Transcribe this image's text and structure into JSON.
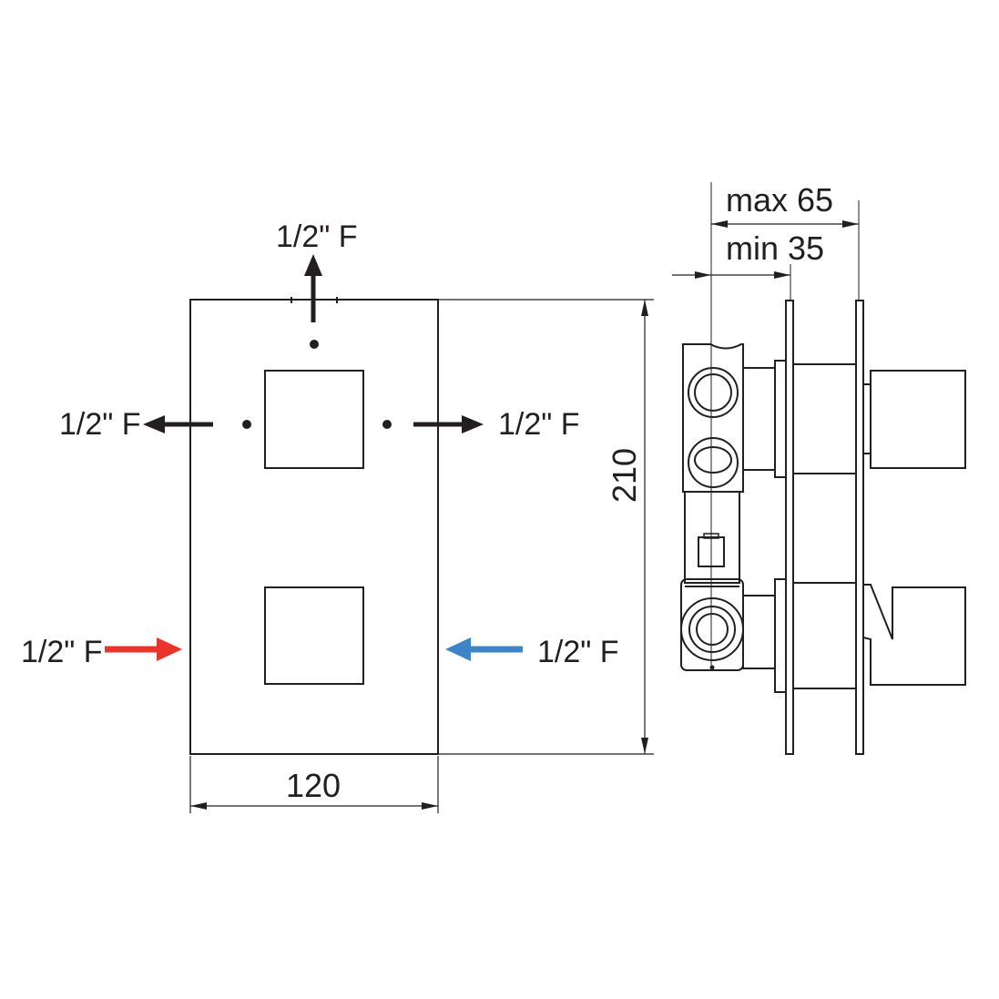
{
  "front_view": {
    "outlet_top": "1/2\" F",
    "outlet_left": "1/2\" F",
    "outlet_right": "1/2\" F",
    "inlet_hot": "1/2\" F",
    "inlet_cold": "1/2\" F",
    "width_dimension": "120",
    "height_dimension": "210"
  },
  "side_view": {
    "max_depth": "max 65",
    "min_depth": "min 35"
  },
  "colors": {
    "line": "#231f20",
    "outlet_arrow": "#231f20",
    "hot_inlet": "#e8342a",
    "cold_inlet": "#3d85c6"
  }
}
